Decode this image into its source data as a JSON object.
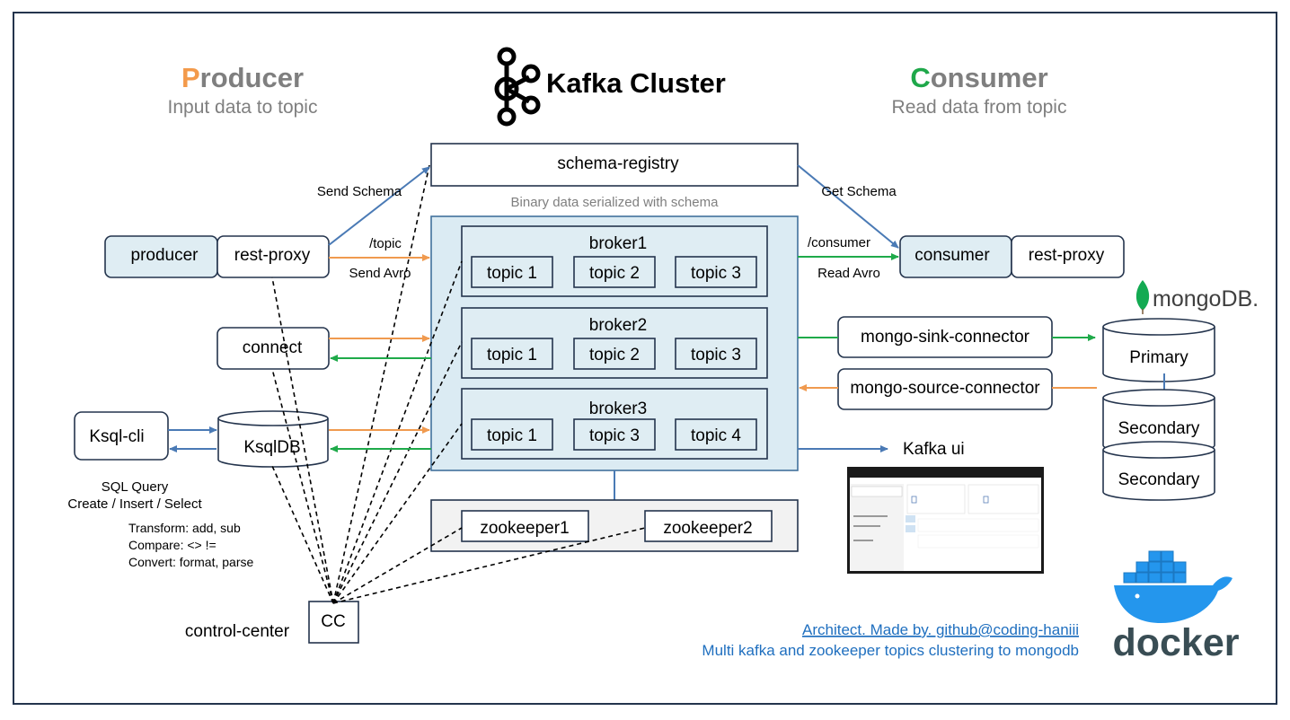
{
  "colors": {
    "producer_accent": "#f39a4b",
    "consumer_accent": "#1fa84a",
    "arrow_blue": "#4a7ab5",
    "arrow_orange": "#f09a4f",
    "arrow_green": "#1faa4a",
    "footer_link": "#1f6fbf"
  },
  "header": {
    "producer": {
      "accent": "P",
      "rest": "roducer",
      "subtitle": "Input data to topic"
    },
    "cluster_title": "Kafka Cluster",
    "consumer": {
      "accent": "C",
      "rest": "onsumer",
      "subtitle": "Read data from topic"
    }
  },
  "schema_registry": {
    "label": "schema-registry",
    "note": "Binary data serialized with schema"
  },
  "brokers": [
    {
      "name": "broker1",
      "topics": [
        "topic 1",
        "topic 2",
        "topic 3"
      ]
    },
    {
      "name": "broker2",
      "topics": [
        "topic 1",
        "topic 2",
        "topic 3"
      ]
    },
    {
      "name": "broker3",
      "topics": [
        "topic 1",
        "topic 3",
        "topic 4"
      ]
    }
  ],
  "zookeepers": [
    "zookeeper1",
    "zookeeper2"
  ],
  "producer_side": {
    "producer": "producer",
    "rest_proxy": "rest-proxy",
    "connect": "connect",
    "ksql_cli": "Ksql-cli",
    "ksqldb": "KsqlDB",
    "sql_notes": [
      "SQL Query",
      "Create / Insert / Select"
    ],
    "transform_notes": [
      "Transform: add, sub",
      "Compare: <> !=",
      "Convert: format, parse"
    ]
  },
  "consumer_side": {
    "consumer": "consumer",
    "rest_proxy": "rest-proxy",
    "mongo_sink": "mongo-sink-connector",
    "mongo_source": "mongo-source-connector",
    "kafka_ui": "Kafka ui"
  },
  "arrow_labels": {
    "send_schema": "Send Schema",
    "topic_path": "/topic",
    "send_avro": "Send Avro",
    "get_schema": "Get Schema",
    "consumer_path": "/consumer",
    "read_avro": "Read Avro"
  },
  "mongodb": {
    "logo_text": "mongoDB.",
    "primary": "Primary",
    "secondary_1": "Secondary",
    "secondary_2": "Secondary"
  },
  "control_center": {
    "abbr": "CC",
    "label": "control-center"
  },
  "footer": {
    "link": "Architect. Made by. github@coding-haniii",
    "description": "Multi kafka and zookeeper topics clustering to mongodb"
  },
  "docker_logo_text": "docker"
}
